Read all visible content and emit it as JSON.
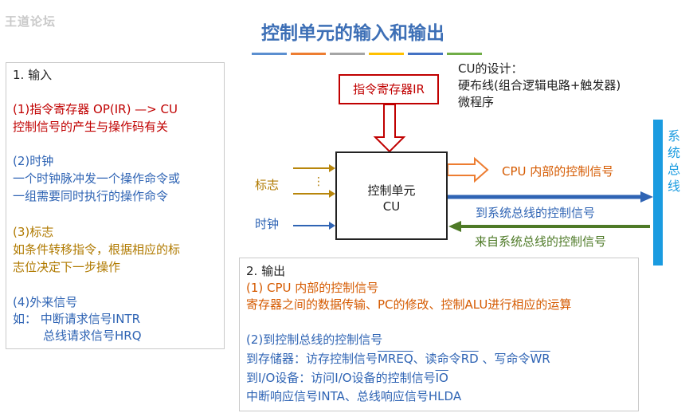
{
  "watermark": "王道论坛",
  "title": "控制单元的输入和输出",
  "title_bar_colors": [
    "#5b8fd0",
    "#ed7d31",
    "#a5a5a5",
    "#ffc000",
    "#4472c4",
    "#70ad47"
  ],
  "left_panel": {
    "heading": "1.  输入",
    "ir_title": "(1)指令寄存器   OP(IR) —> CU",
    "ir_desc": "控制信号的产生与操作码有关",
    "clock_title": "(2)时钟",
    "clock_desc1": "一个时钟脉冲发一个操作命令或",
    "clock_desc2": "一组需要同时执行的操作命令",
    "flag_title": "(3)标志",
    "flag_desc1": "如条件转移指令，根据相应的标",
    "flag_desc2": "志位决定下一步操作",
    "ext_title": "(4)外来信号",
    "ext_desc1": "如：  中断请求信号INTR",
    "ext_desc2": "总线请求信号HRQ"
  },
  "cu_design": {
    "line1": "CU的设计：",
    "line2": "硬布线(组合逻辑电路+触发器)",
    "line3": "微程序"
  },
  "diagram": {
    "ir_box": "指令寄存器IR",
    "cu_line1": "控制单元",
    "cu_line2": "CU",
    "flag_label": "标志",
    "clock_label": "时钟",
    "dots": "⋮",
    "cpu_internal": "CPU 内部的控制信号",
    "to_bus": "到系统总线的控制信号",
    "from_bus": "来自系统总线的控制信号",
    "system_bus": "系统总线",
    "colors": {
      "input_arrow": "#b8860b",
      "ir_arrow": "#c00000",
      "output_orange": "#ed7d31",
      "to_bus": "#2f64b4",
      "from_bus": "#4e7a27",
      "bus": "#1a9be0"
    }
  },
  "bottom_panel": {
    "heading": "2.  输出",
    "cpu_title": "(1) CPU 内部的控制信号",
    "cpu_desc": "寄存器之间的数据传输、PC的修改、控制ALU进行相应的运算",
    "bus_title": "(2)到控制总线的控制信号",
    "mem_prefix": "到存储器：访存控制信号",
    "mem_mreq": "MREQ",
    "mem_mid": "、读命令",
    "mem_rd": "RD",
    "mem_sep": " 、写命令",
    "mem_wr": "WR",
    "io_prefix": "到I/O设备：访问I/O设备的控制信号",
    "io_io": "IO",
    "int_line": "中断响应信号INTA、总线响应信号HLDA"
  }
}
